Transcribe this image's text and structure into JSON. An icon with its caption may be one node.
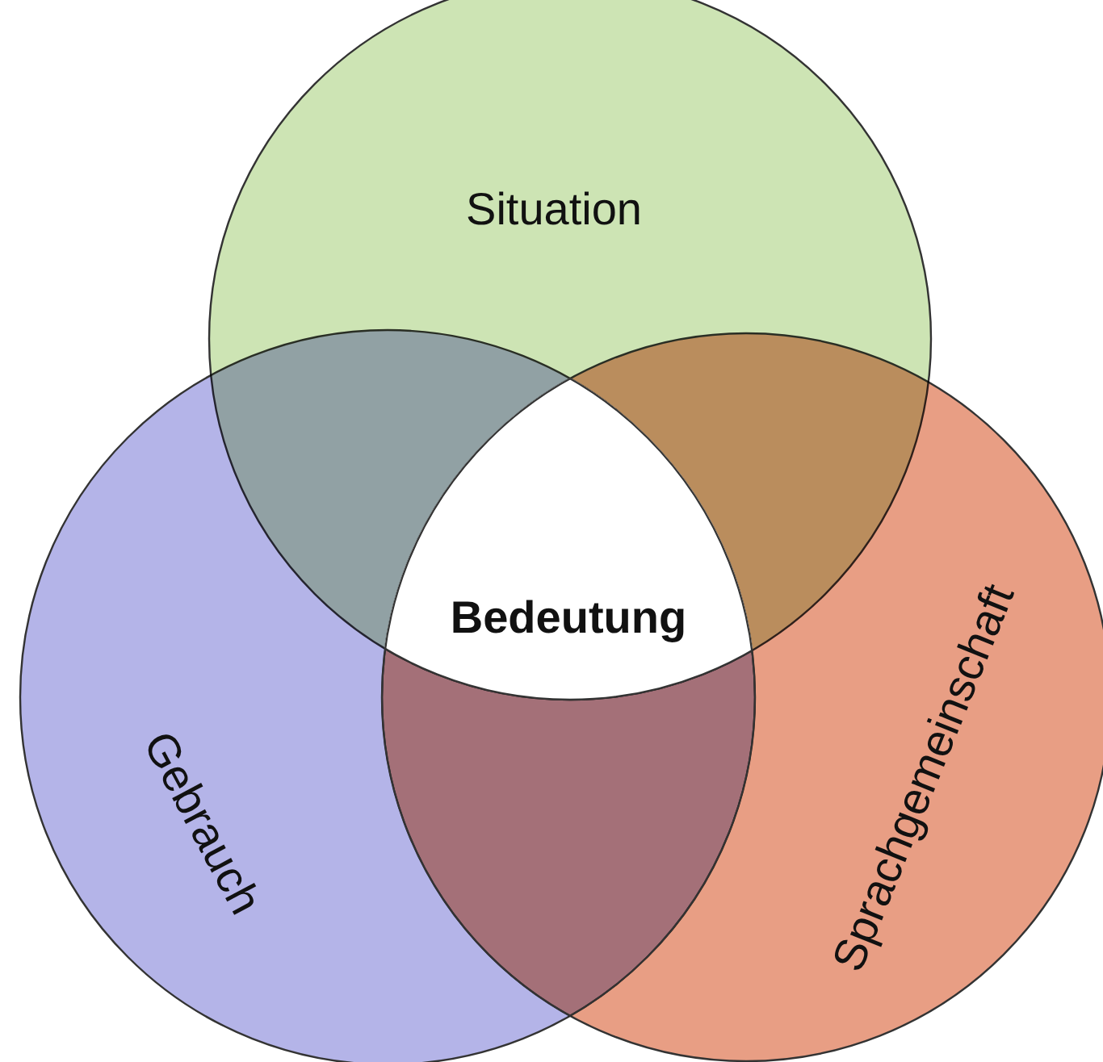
{
  "diagram": {
    "nodes": [
      {
        "text": [
          "Situation"
        ]
      },
      {
        "text": [
          "Gebrauch"
        ]
      },
      {
        "text": [
          "Sprachgemeinschaft"
        ]
      }
    ],
    "labels": [
      "Bedeutung"
    ]
  }
}
